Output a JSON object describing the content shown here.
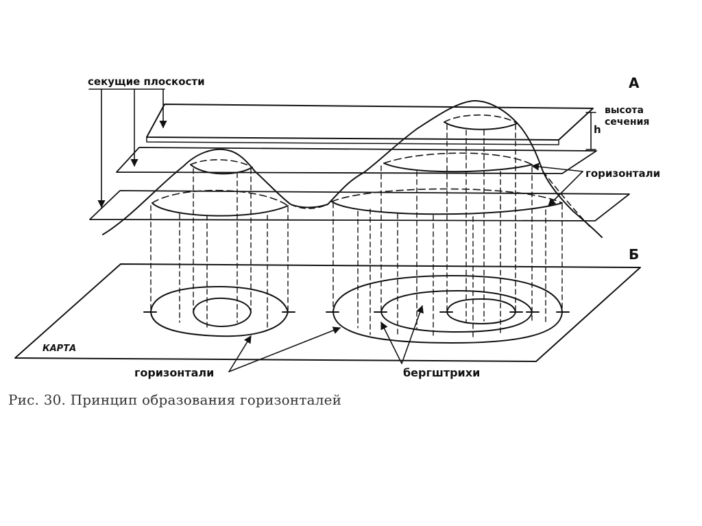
{
  "labels": {
    "cutting_planes": "секущие плоскости",
    "letter_a": "А",
    "section_height_line1": "высота",
    "section_height_line2": "сечения",
    "h": "h",
    "contours_right": "горизонтали",
    "letter_b": "Б",
    "map": "КАРТА",
    "contours_bottom": "горизонтали",
    "hachures": "бергштрихи"
  },
  "caption": "Рис. 30. Принцип образования горизонталей",
  "colors": {
    "ink": "#111111",
    "caption_ink": "#333333",
    "background": "#ffffff"
  }
}
